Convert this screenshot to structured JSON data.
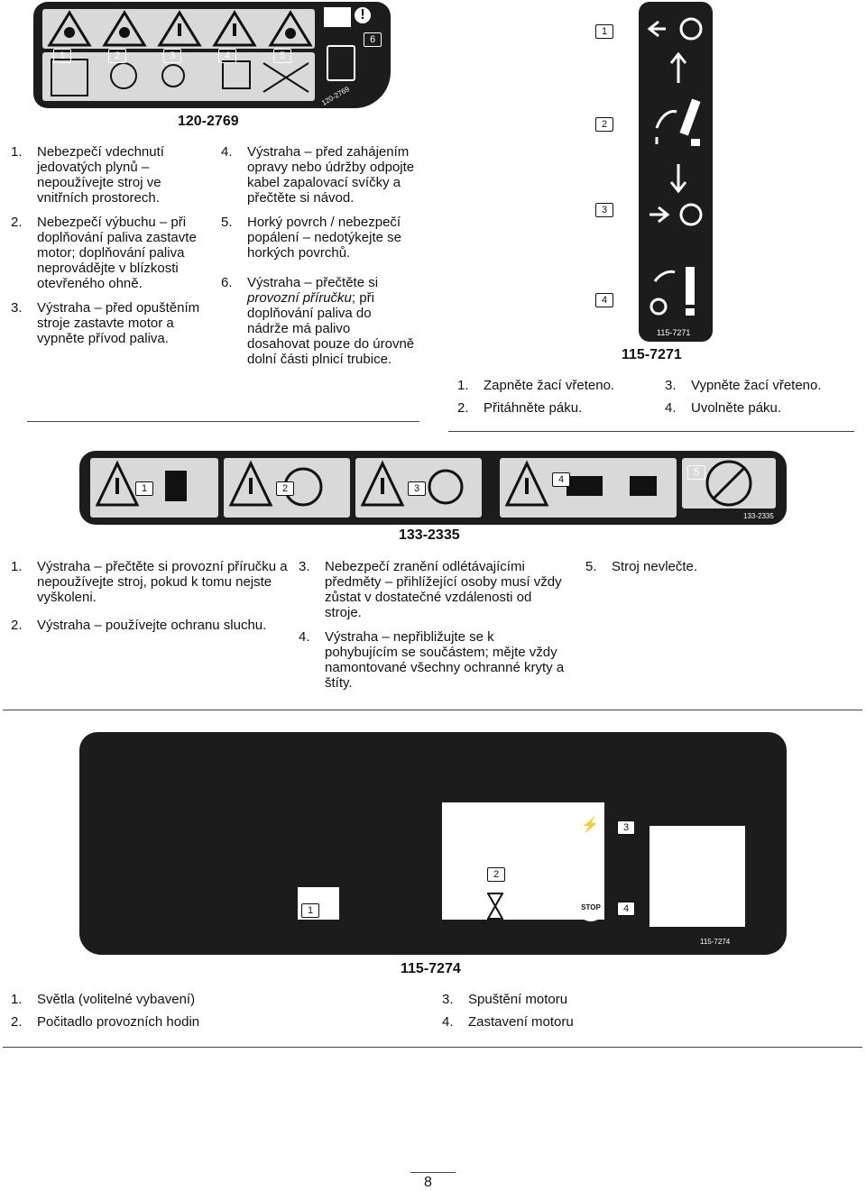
{
  "decal1": {
    "code": "120-2769",
    "small_code": "120-2769",
    "items": [
      {
        "n": "1.",
        "text": "Nebezpečí vdechnutí jedovatých plynů – nepoužívejte stroj ve vnitřních prostorech."
      },
      {
        "n": "2.",
        "text": "Nebezpečí výbuchu – při doplňování paliva zastavte motor; doplňování paliva neprovádějte v blízkosti otevřeného ohně."
      },
      {
        "n": "3.",
        "text": "Výstraha – před opuštěním stroje zastavte motor a vypněte přívod paliva."
      },
      {
        "n": "4.",
        "text": "Výstraha – před zahájením opravy nebo údržby odpojte kabel zapalovací svíčky a přečtěte si návod."
      },
      {
        "n": "5.",
        "text": "Horký povrch / nebezpečí popálení – nedotýkejte se horkých povrchů."
      },
      {
        "n": "6.",
        "text_before": "Výstraha – přečtěte si ",
        "text_italic": "provozní příručku",
        "text_after": "; při doplňování paliva do nádrže má palivo dosahovat pouze do úrovně dolní části plnicí trubice."
      }
    ]
  },
  "decal2": {
    "code": "115-7271",
    "small_code": "115-7271",
    "items": [
      {
        "n": "1.",
        "text": "Zapněte žací vřeteno."
      },
      {
        "n": "2.",
        "text": "Přitáhněte páku."
      },
      {
        "n": "3.",
        "text": "Vypněte žací vřeteno."
      },
      {
        "n": "4.",
        "text": "Uvolněte páku."
      }
    ]
  },
  "decal3": {
    "code": "133-2335",
    "small_code": "133-2335",
    "items": [
      {
        "n": "1.",
        "text": "Výstraha – přečtěte si provozní příručku a nepoužívejte stroj, pokud k tomu nejste vyškoleni."
      },
      {
        "n": "2.",
        "text": "Výstraha – používejte ochranu sluchu."
      },
      {
        "n": "3.",
        "text": "Nebezpečí zranění odlétávajícími předměty – přihlížející osoby musí vždy zůstat v dostatečné vzdálenosti od stroje."
      },
      {
        "n": "4.",
        "text": "Výstraha – nepřibližujte se k pohybujícím se součástem; mějte vždy namontované všechny ochranné kryty a štíty."
      },
      {
        "n": "5.",
        "text": "Stroj nevlečte."
      }
    ]
  },
  "decal4": {
    "code": "115-7274",
    "small_code": "115-7274",
    "stop_label": "STOP",
    "items": [
      {
        "n": "1.",
        "text": "Světla (volitelné vybavení)"
      },
      {
        "n": "2.",
        "text": "Počitadlo provozních hodin"
      },
      {
        "n": "3.",
        "text": "Spuštění motoru"
      },
      {
        "n": "4.",
        "text": "Zastavení motoru"
      }
    ]
  },
  "callouts": [
    "1",
    "2",
    "3",
    "4",
    "5",
    "6"
  ],
  "page_number": "8"
}
